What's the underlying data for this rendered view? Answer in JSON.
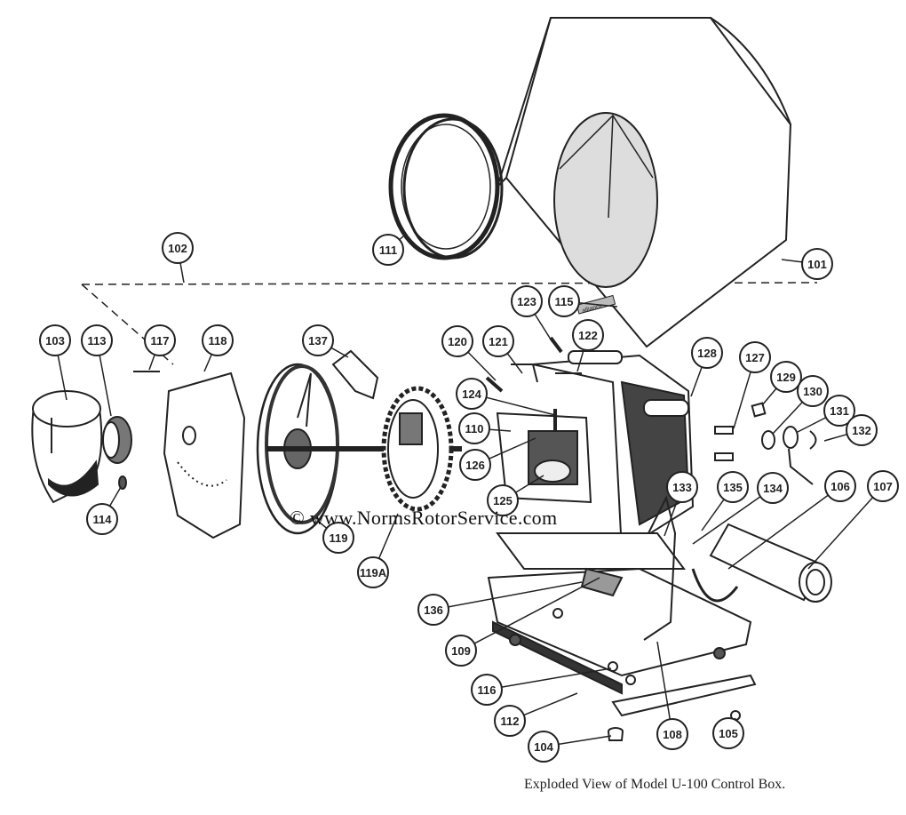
{
  "caption": "Exploded View of Model U-100 Control Box.",
  "watermark": "©  www.NormsRotorService.com",
  "cover_label": "alliance",
  "callouts": [
    "101",
    "102",
    "103",
    "104",
    "105",
    "106",
    "107",
    "108",
    "109",
    "110",
    "111",
    "112",
    "113",
    "114",
    "115",
    "116",
    "117",
    "118",
    "119",
    "119A",
    "120",
    "121",
    "122",
    "123",
    "124",
    "125",
    "126",
    "127",
    "128",
    "129",
    "130",
    "131",
    "132",
    "133",
    "134",
    "135",
    "136",
    "137"
  ]
}
